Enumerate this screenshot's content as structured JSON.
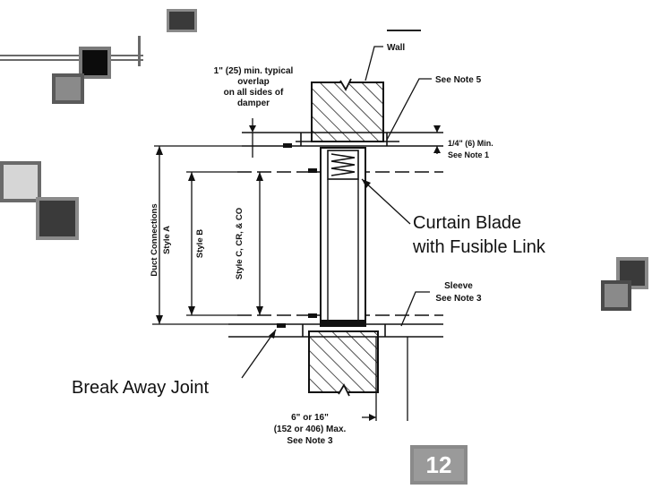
{
  "slide": {
    "page_number": "12",
    "decor_colors": {
      "dark": "#3a3a3a",
      "mid": "#7a7a7a",
      "light": "#d4d4d4",
      "black": "#0c0c0c",
      "outline": "#6a6a6a"
    }
  },
  "diagram": {
    "labels": {
      "wall": "Wall",
      "overlap": [
        "1\" (25) min. typical",
        "overlap",
        "on all sides of",
        "damper"
      ],
      "note5": "See Note 5",
      "min_gap": [
        "1/4\" (6) Min.",
        "See Note 1"
      ],
      "sleeve": [
        "Sleeve",
        "See Note 3"
      ],
      "style_a": [
        "Duct Connections",
        "Style A"
      ],
      "style_b": "Style B",
      "style_c": "Style C, CR, & CO",
      "max_ext": [
        "6\" or 16\"",
        "(152 or 406) Max.",
        "See Note 3"
      ]
    },
    "callouts": {
      "curtain_blade": [
        "Curtain Blade",
        "with Fusible Link"
      ],
      "break_away": "Break Away Joint"
    }
  }
}
